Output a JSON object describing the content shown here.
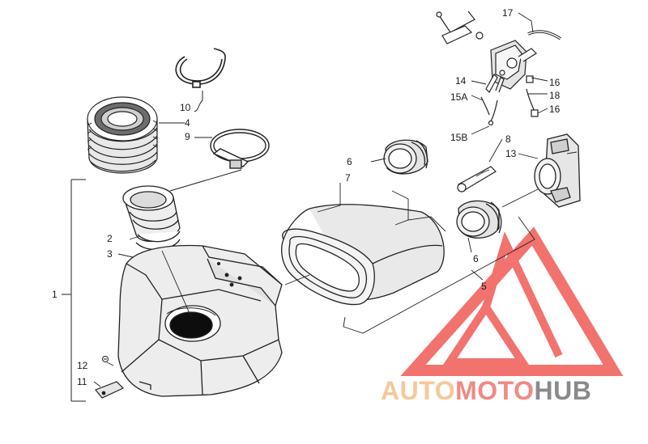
{
  "callouts": {
    "c1": "1",
    "c2": "2",
    "c3": "3",
    "c4": "4",
    "c5": "5",
    "c6a": "6",
    "c6b": "6",
    "c7": "7",
    "c8": "8",
    "c9": "9",
    "c10": "10",
    "c11": "11",
    "c12": "12",
    "c13": "13",
    "c14": "14",
    "c15a": "15A",
    "c15b": "15B",
    "c16a": "16",
    "c16b": "16",
    "c17": "17",
    "c18": "18"
  },
  "watermark": {
    "part1": "AUTO",
    "part2": "MOTO",
    "part3": "HUB",
    "color1": "#f6c89a",
    "color2": "#f08a82",
    "color3": "#8a8a8a",
    "logo_color": "#f05a55"
  }
}
